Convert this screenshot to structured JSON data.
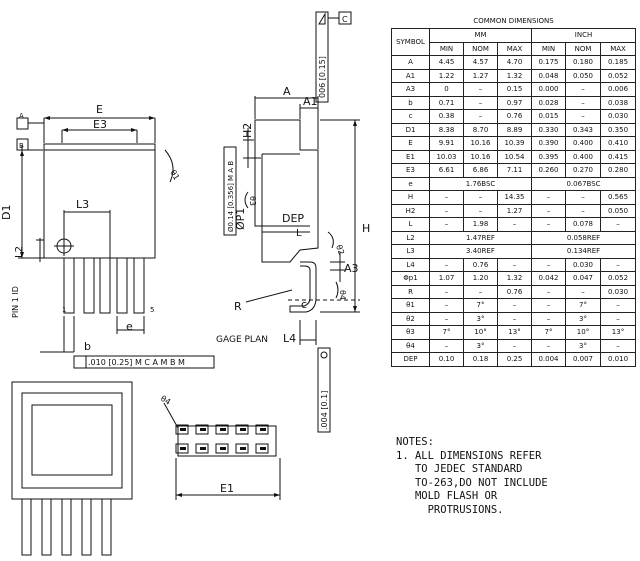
{
  "table": {
    "caption": "COMMON DIMENSIONS",
    "symbol_header": "SYMBOL",
    "mm_header": "MM",
    "inch_header": "INCH",
    "sub_headers": [
      "MIN",
      "NOM",
      "MAX",
      "MIN",
      "NOM",
      "MAX"
    ],
    "rows": [
      {
        "cells": [
          "A",
          "4.45",
          "4.57",
          "4.70",
          "0.175",
          "0.180",
          "0.185"
        ]
      },
      {
        "cells": [
          "A1",
          "1.22",
          "1.27",
          "1.32",
          "0.048",
          "0.050",
          "0.052"
        ]
      },
      {
        "cells": [
          "A3",
          "0",
          "–",
          "0.15",
          "0.000",
          "–",
          "0.006"
        ]
      },
      {
        "cells": [
          "b",
          "0.71",
          "–",
          "0.97",
          "0.028",
          "–",
          "0.038"
        ]
      },
      {
        "cells": [
          "c",
          "0.38",
          "–",
          "0.76",
          "0.015",
          "–",
          "0.030"
        ]
      },
      {
        "cells": [
          "D1",
          "8.38",
          "8.70",
          "8.89",
          "0.330",
          "0.343",
          "0.350"
        ]
      },
      {
        "cells": [
          "E",
          "9.91",
          "10.16",
          "10.39",
          "0.390",
          "0.400",
          "0.410"
        ]
      },
      {
        "cells": [
          "E1",
          "10.03",
          "10.16",
          "10.54",
          "0.395",
          "0.400",
          "0.415"
        ]
      },
      {
        "cells": [
          "E3",
          "6.61",
          "6.86",
          "7.11",
          "0.260",
          "0.270",
          "0.280"
        ]
      },
      {
        "cells": [
          "e",
          "1.76BSC",
          "0.067BSC"
        ],
        "spans": [
          1,
          3,
          3
        ]
      },
      {
        "cells": [
          "H",
          "–",
          "–",
          "14.35",
          "–",
          "–",
          "0.565"
        ]
      },
      {
        "cells": [
          "H2",
          "–",
          "–",
          "1.27",
          "–",
          "–",
          "0.050"
        ]
      },
      {
        "cells": [
          "L",
          "–",
          "1.98",
          "–",
          "–",
          "0.078",
          "–"
        ]
      },
      {
        "cells": [
          "L2",
          "1.47REF",
          "0.058REF"
        ],
        "spans": [
          1,
          3,
          3
        ]
      },
      {
        "cells": [
          "L3",
          "3.40REF",
          "0.134REF"
        ],
        "spans": [
          1,
          3,
          3
        ]
      },
      {
        "cells": [
          "L4",
          "–",
          "0.76",
          "–",
          "–",
          "0.030",
          "–"
        ]
      },
      {
        "cells": [
          "Φp1",
          "1.07",
          "1.20",
          "1.32",
          "0.042",
          "0.047",
          "0.052"
        ]
      },
      {
        "cells": [
          "R",
          "–",
          "–",
          "0.76",
          "–",
          "–",
          "0.030"
        ]
      },
      {
        "cells": [
          "θ1",
          "–",
          "7°",
          "–",
          "–",
          "7°",
          "–"
        ]
      },
      {
        "cells": [
          "θ2",
          "–",
          "3°",
          "–",
          "–",
          "3°",
          "–"
        ]
      },
      {
        "cells": [
          "θ3",
          "7°",
          "10°",
          "13°",
          "7°",
          "10°",
          "13°"
        ]
      },
      {
        "cells": [
          "θ4",
          "–",
          "3°",
          "–",
          "–",
          "3°",
          "–"
        ]
      },
      {
        "cells": [
          "DEP",
          "0.10",
          "0.18",
          "0.25",
          "0.004",
          "0.007",
          "0.010"
        ]
      }
    ]
  },
  "notes": {
    "title": "NOTES:",
    "lines": [
      "1. ALL DIMENSIONS REFER",
      "   TO JEDEC STANDARD",
      "   TO-263,DO NOT INCLUDE",
      "   MOLD FLASH OR",
      "     PROTRUSIONS."
    ]
  },
  "drawing": {
    "labels": {
      "E": "E",
      "E3": "E3",
      "D1": "D1",
      "L3": "L3",
      "L2": "L2",
      "pin1": "PIN 1 ID",
      "one": "1",
      "five": "5",
      "e": "e",
      "b": "b",
      "theta1": "θ1",
      "datum_A": "A",
      "datum_B": "B",
      "A": "A",
      "A1": "A1",
      "H2": "H2",
      "H": "H",
      "DEP": "DEP",
      "phiP1": "ØP1",
      "L": "L",
      "A3": "A3",
      "R": "R",
      "c": "c",
      "L4": "L4",
      "gage": "GAGE PLAN",
      "theta2": "θ2",
      "theta3": "θ3",
      "theta4": "θ4",
      "E1": "E1",
      "theta4b": "θ4"
    },
    "fcf_phip": "Ø0.14 [0.356]  M  A  B",
    "fcf_b": ".010 [0.25]  M  C  A M  B M",
    "fcf_top": "006 [0.15]",
    "fcf_top_datum": "C",
    "fcf_bottom": ".004 [0.1]",
    "colors": {
      "line": "#111111",
      "background": "#ffffff"
    }
  }
}
